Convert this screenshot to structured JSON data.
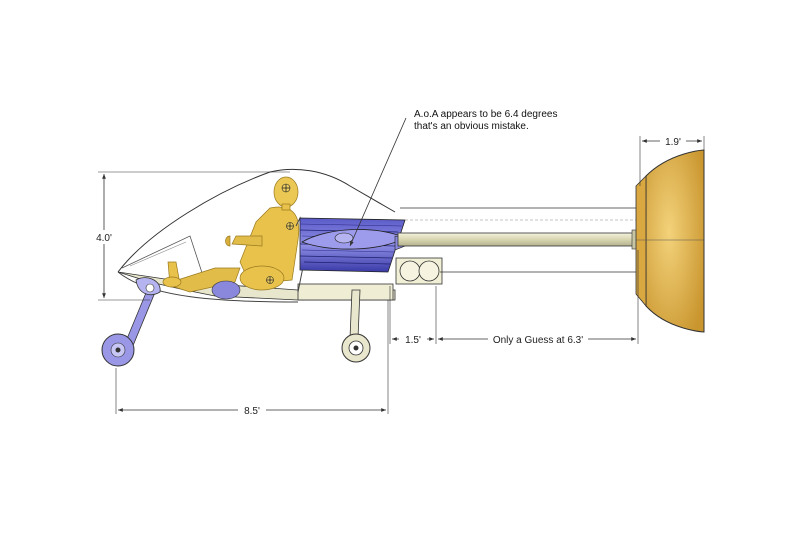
{
  "annotation": {
    "line1": "A.o.A appears to be 6.4 degrees",
    "line2": "that's an obvious mistake."
  },
  "dimensions": {
    "height": "4.0'",
    "length": "8.5'",
    "tail_gap": "1.5'",
    "boom_guess": "Only a Guess at 6.3'",
    "prop_depth": "1.9'"
  },
  "colors": {
    "dummy": "#e8c24a",
    "wing": "#7a7ad8",
    "wheel": "#9a98e6",
    "prop": "#e6b84a",
    "outline": "#333333"
  }
}
